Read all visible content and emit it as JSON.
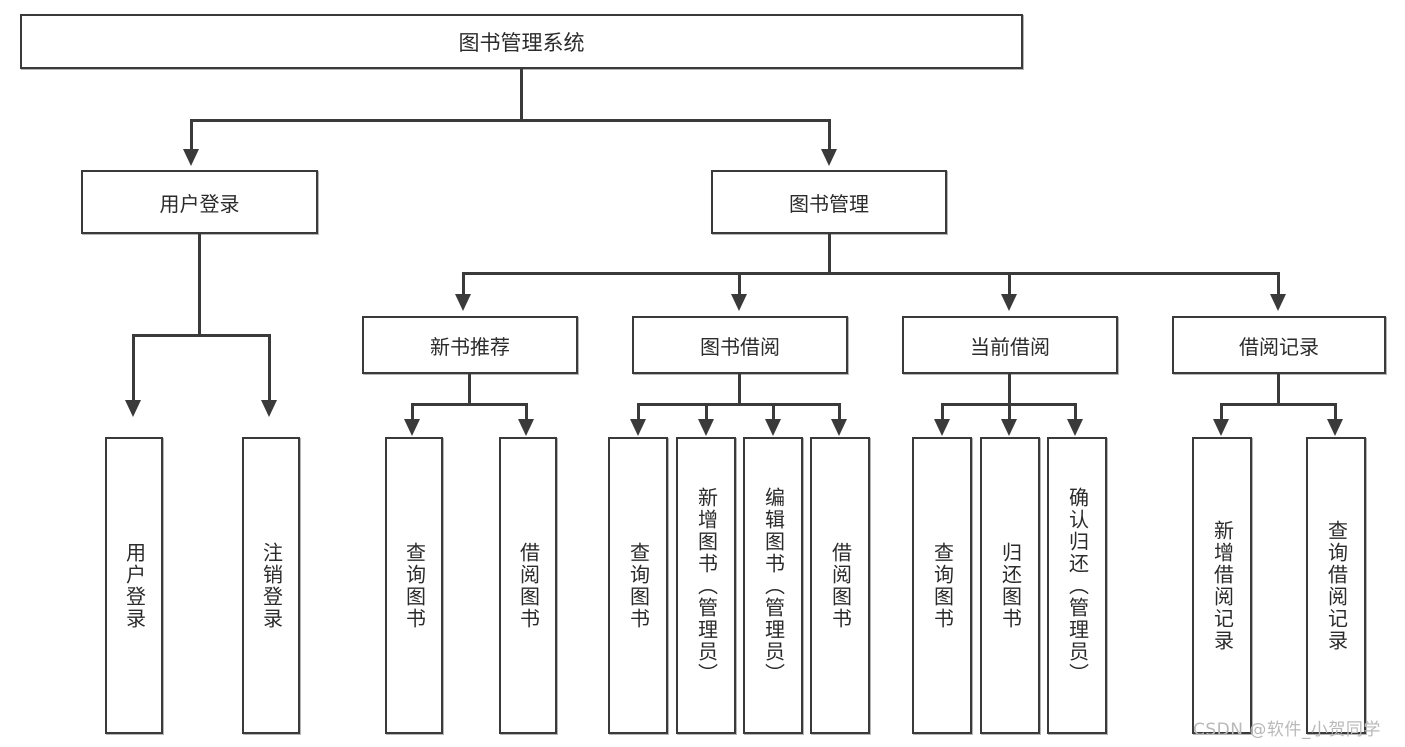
{
  "diagram": {
    "type": "tree-hierarchy-chart",
    "title": "图书管理系统",
    "root": {
      "label": "图书管理系统"
    },
    "level2": [
      {
        "label": "用户登录"
      },
      {
        "label": "图书管理"
      }
    ],
    "level3": [
      {
        "label": "新书推荐"
      },
      {
        "label": "图书借阅"
      },
      {
        "label": "当前借阅"
      },
      {
        "label": "借阅记录"
      }
    ],
    "leaves": {
      "user_login": [
        {
          "label": "用户登录"
        },
        {
          "label": "注销登录"
        }
      ],
      "new_book_recommend": [
        {
          "label": "查询图书"
        },
        {
          "label": "借阅图书"
        }
      ],
      "book_borrow": [
        {
          "label": "查询图书"
        },
        {
          "label": "新增图书（管理员）"
        },
        {
          "label": "编辑图书（管理员）"
        },
        {
          "label": "借阅图书"
        }
      ],
      "current_borrow": [
        {
          "label": "查询图书"
        },
        {
          "label": "归还图书"
        },
        {
          "label": "确认归还（管理员）"
        }
      ],
      "borrow_record": [
        {
          "label": "新增借阅记录"
        },
        {
          "label": "查询借阅记录"
        }
      ]
    }
  },
  "watermark": {
    "text": "CSDN @软件_小贺同学"
  },
  "colors": {
    "stroke": "#3a3a3a",
    "background": "#ffffff",
    "text": "#2b2b2b",
    "watermark": "#b9b9b9"
  }
}
